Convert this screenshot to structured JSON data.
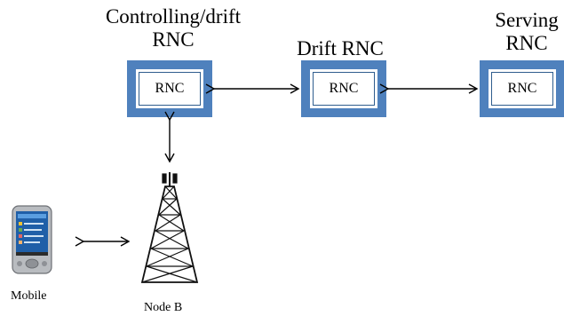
{
  "labels": {
    "controlling_rnc": "Controlling/drift\nRNC",
    "drift_rnc": "Drift RNC",
    "serving_rnc": "Serving\nRNC",
    "mobile": "Mobile",
    "node_b": "Node B"
  },
  "boxes": {
    "controlling": "RNC",
    "drift": "RNC",
    "serving": "RNC"
  },
  "colors": {
    "box_blue": "#4f81bd",
    "line": "#000000"
  }
}
